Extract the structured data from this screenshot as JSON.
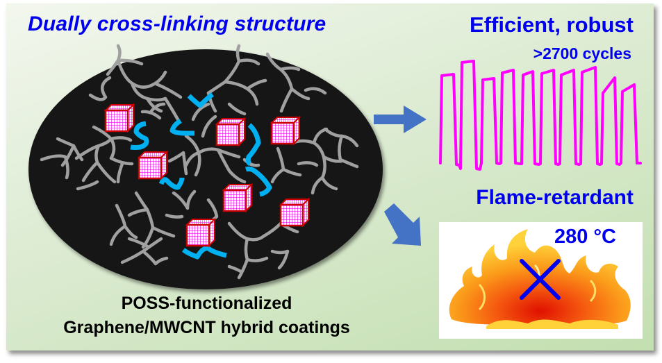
{
  "left": {
    "title": "Dually cross-linking structure",
    "caption_line1": "POSS-functionalized",
    "caption_line2": "Graphene/MWCNT hybrid coatings",
    "network_icon": "graphene-mwcnt-network",
    "cube_icon": "poss-cage-cube",
    "cube_count": 7,
    "linker_icon": "cross-linker-chain"
  },
  "right_top": {
    "title": "Efficient, robust",
    "subtitle": ">2700 cycles",
    "waveform_icon": "cyclic-response-waveform",
    "cycle_count_shown": 10
  },
  "right_bottom": {
    "title": "Flame-retardant",
    "temperature": "280 °C",
    "flame_icon": "flame-icon",
    "cross_icon": "cross-mark-icon"
  },
  "arrows": [
    "arrow-right-icon",
    "arrow-down-right-icon"
  ],
  "colors": {
    "title_blue": "#0000ee",
    "arrow_blue": "#4472c4",
    "waveform_magenta": "#ff00ff",
    "linker_cyan": "#00b0f0",
    "cube_red": "#cc0000",
    "network_gray": "#a0a0a0",
    "ellipse_black": "#141414"
  }
}
